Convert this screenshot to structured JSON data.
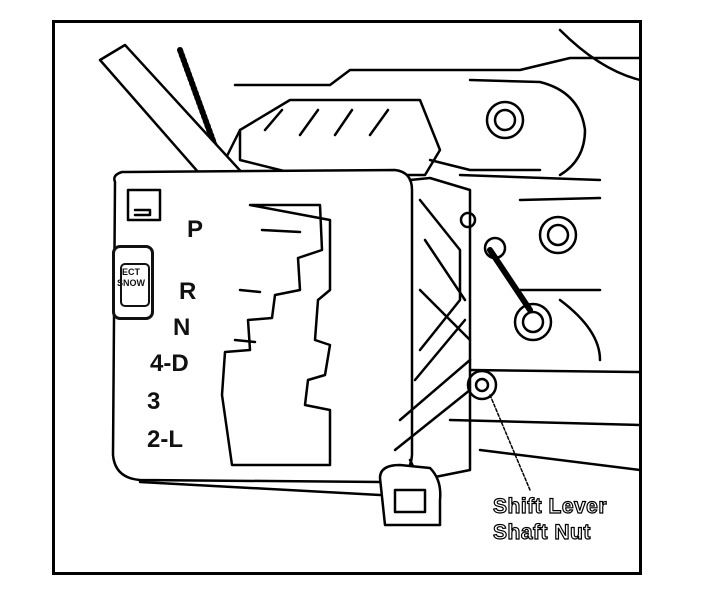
{
  "shift_gate": {
    "positions": [
      "P",
      "R",
      "N",
      "4-D",
      "3",
      "2-L"
    ]
  },
  "ect_button": {
    "line1": "ECT",
    "line2": "SNOW"
  },
  "callout": {
    "line1": "Shift Lever",
    "line2": "Shaft Nut"
  }
}
